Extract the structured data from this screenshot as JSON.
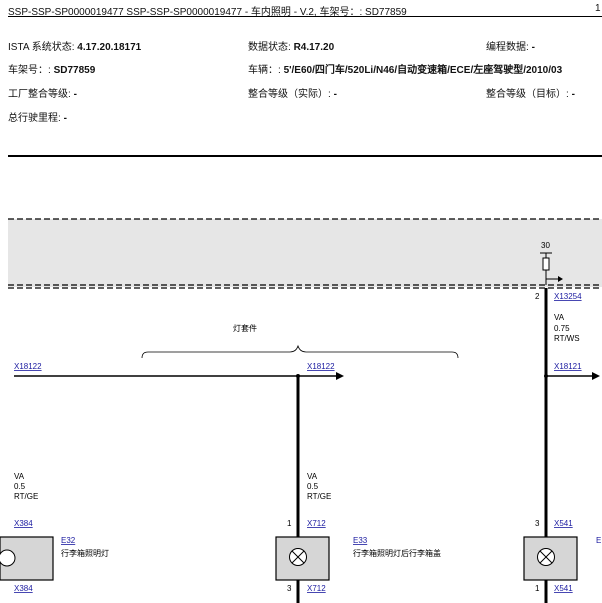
{
  "header": {
    "title": "SSP-SSP-SP0000019477 SSP-SSP-SP0000019477 - 车内照明 - V.2, 车架号：: SD77859",
    "page": "1"
  },
  "info": {
    "ista_label": "ISTA 系统状态: ",
    "ista_value": "4.17.20.18171",
    "data_label": "数据状态: ",
    "data_value": "R4.17.20",
    "prog_label": "编程数据: ",
    "prog_value": "-",
    "vin_label": "车架号：: ",
    "vin_value": "SD77859",
    "vehicle_label": "车辆：: ",
    "vehicle_value": "5'/E60/四门车/520Li/N46/自动变速箱/ECE/左座驾驶型/2010/03",
    "factory_label": "工厂整合等级: ",
    "factory_value": "-",
    "actual_label": "整合等级（实际）: ",
    "actual_value": "-",
    "target_label": "整合等级（目标）: ",
    "target_value": "-",
    "mileage_label": "总行驶里程: ",
    "mileage_value": "-"
  },
  "diagram": {
    "fuse_number": "30",
    "pin_right_top": "2",
    "conn_x13254": "X13254",
    "harness_label": "灯套件",
    "conn_x18122_left": "X18122",
    "conn_x18122_mid": "X18122",
    "conn_x18121": "X18121",
    "wire_right": {
      "type": "VA",
      "size": "0.75",
      "color": "RT/WS"
    },
    "wire_left": {
      "type": "VA",
      "size": "0.5",
      "color": "RT/GE"
    },
    "wire_mid": {
      "type": "VA",
      "size": "0.5",
      "color": "RT/GE"
    },
    "left_top_conn": "X384",
    "left_comp_id": "E32",
    "left_comp_name": "行李箱照明灯",
    "left_bottom_conn": "X384",
    "mid_top_pin": "1",
    "mid_top_conn": "X712",
    "mid_comp_id": "E33",
    "mid_comp_name": "行李箱照明灯后行李箱盖",
    "mid_bottom_pin": "3",
    "mid_bottom_conn": "X712",
    "right_top_pin": "3",
    "right_top_conn": "X541",
    "right_comp_id_partial": "E",
    "right_bottom_pin": "1",
    "right_bottom_conn": "X541"
  }
}
